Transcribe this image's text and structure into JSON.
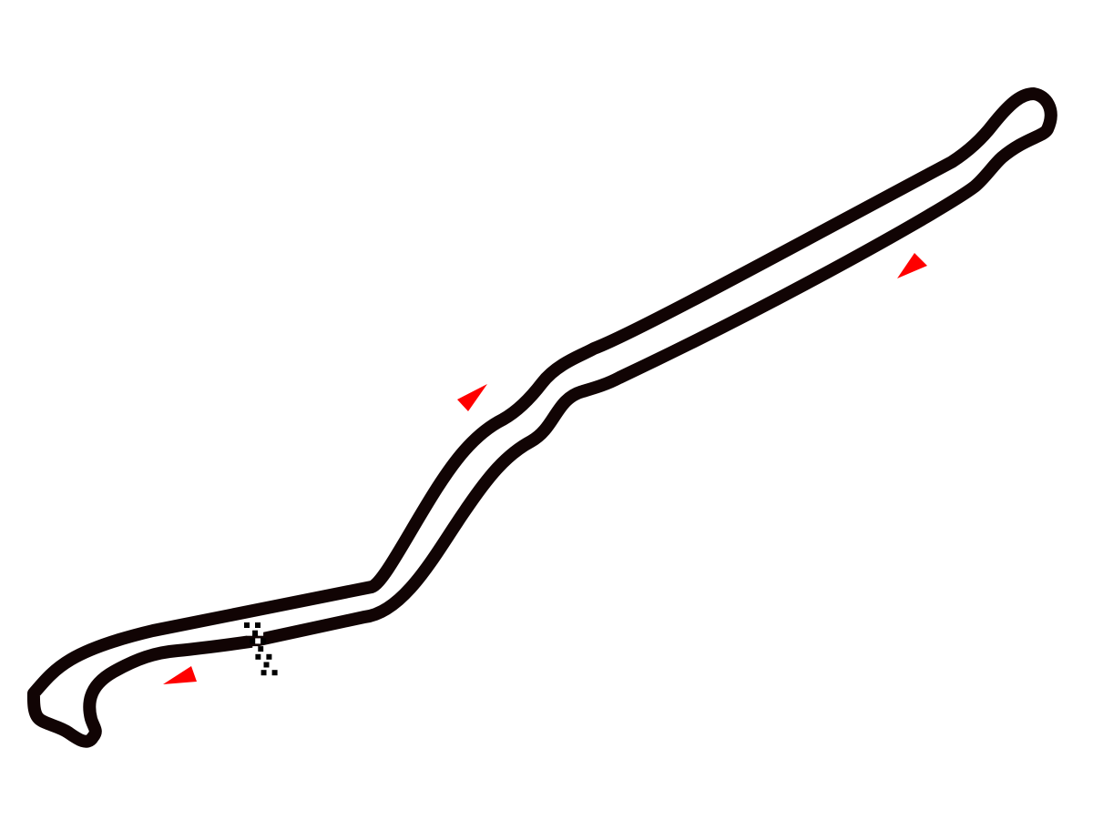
{
  "map": {
    "type": "race-circuit-layout",
    "background_color": "#ffffff",
    "track_color": "#110404",
    "arrow_color": "#ff0000",
    "start_finish_line": {
      "icon": "checkered-flag-line",
      "colors": [
        "#000000",
        "#ffffff"
      ]
    },
    "direction_arrows": [
      {
        "icon": "direction-arrow-icon",
        "heading": "up-right"
      },
      {
        "icon": "direction-arrow-icon",
        "heading": "down-left"
      },
      {
        "icon": "direction-arrow-icon",
        "heading": "up-right"
      }
    ]
  }
}
